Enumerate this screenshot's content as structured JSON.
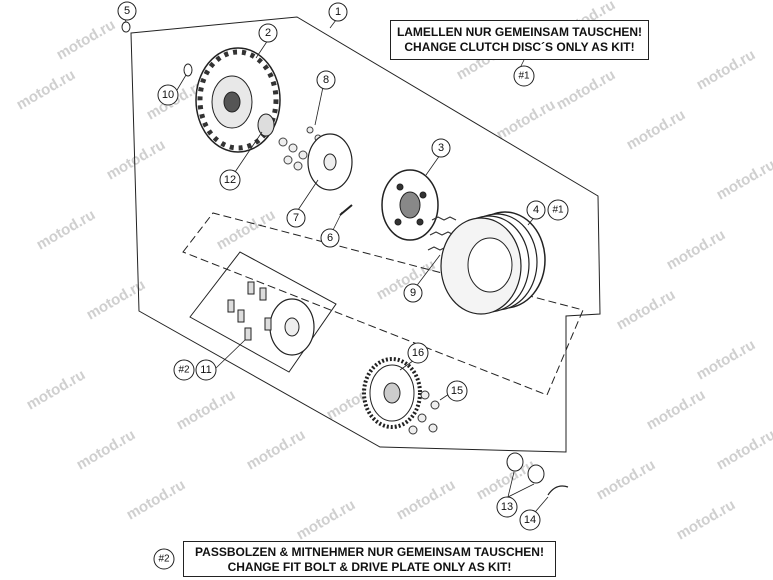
{
  "watermark": "motod.ru",
  "notes": {
    "kit1": {
      "line1": "LAMELLEN NUR GEMEINSAM TAUSCHEN!",
      "line2": "CHANGE CLUTCH DISC´S ONLY AS KIT!",
      "ref": "#1"
    },
    "kit2": {
      "line1": "PASSBOLZEN & MITNEHMER NUR GEMEINSAM TAUSCHEN!",
      "line2": "CHANGE FIT BOLT & DRIVE PLATE ONLY AS KIT!",
      "ref": "#2"
    }
  },
  "callouts": {
    "c1": "1",
    "c2": "2",
    "c3": "3",
    "c4": "4",
    "c4ref": "#1",
    "c5": "5",
    "c6": "6",
    "c7": "7",
    "c8": "8",
    "c9": "9",
    "c10": "10",
    "c11": "11",
    "c11ref": "#2",
    "c12": "12",
    "c13": "13",
    "c14": "14",
    "c15": "15",
    "c16": "16"
  },
  "colors": {
    "line": "#222222",
    "watermark": "#cfcfcf"
  }
}
